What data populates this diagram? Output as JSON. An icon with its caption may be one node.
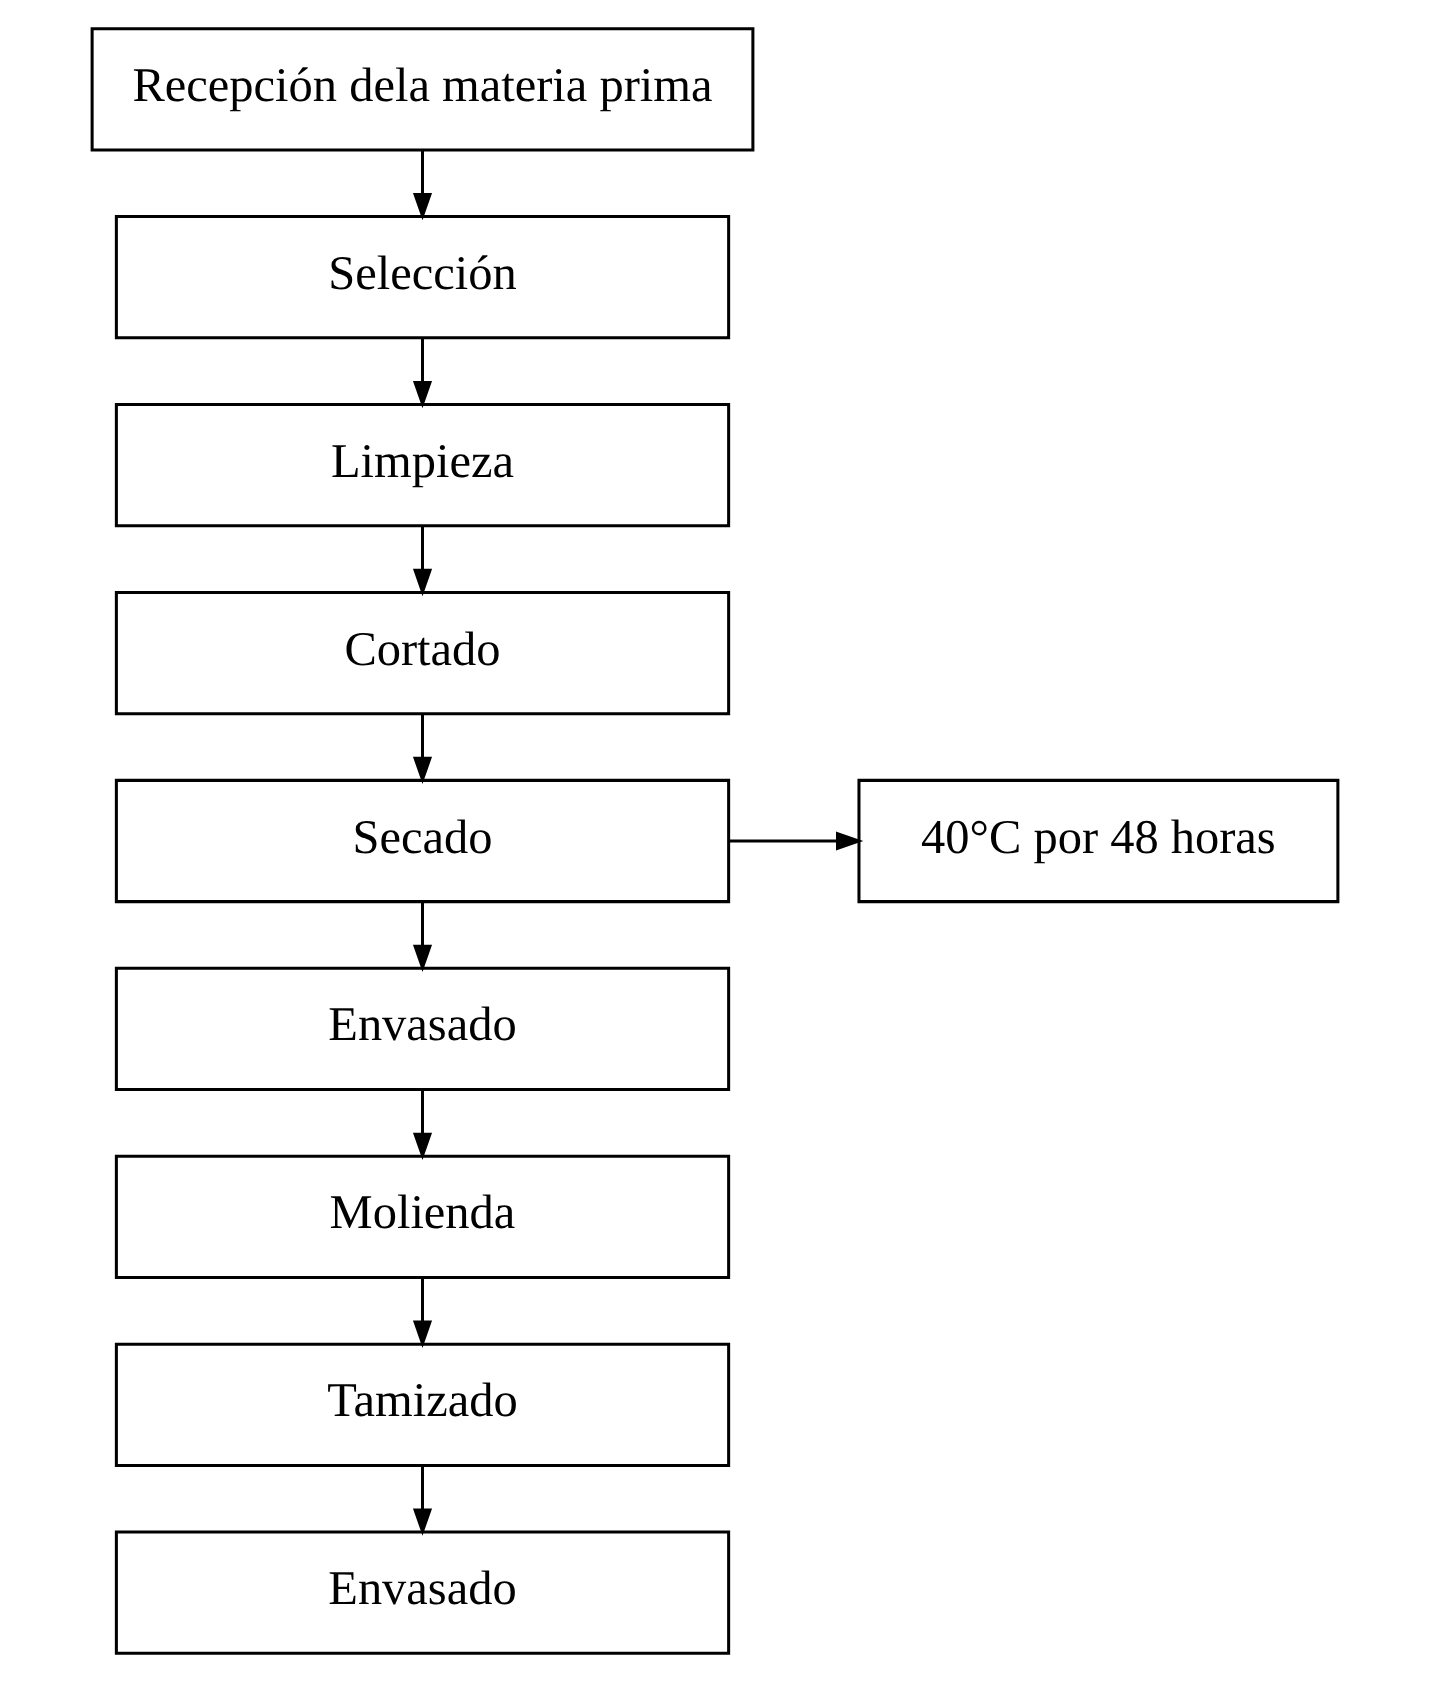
{
  "diagram": {
    "nodes": [
      {
        "text": [
          "Recepción dela materia prima"
        ]
      },
      {
        "text": [
          "Selección"
        ]
      },
      {
        "text": [
          "Limpieza"
        ]
      },
      {
        "text": [
          "Cortado"
        ]
      },
      {
        "text": [
          "Secado"
        ]
      },
      {
        "text": [
          "Envasado"
        ]
      },
      {
        "text": [
          "Molienda"
        ]
      },
      {
        "text": [
          "Tamizado"
        ]
      },
      {
        "text": [
          "Envasado"
        ]
      },
      {
        "text": [
          "40°C por 48 horas"
        ]
      }
    ],
    "edges": [
      {
        "from": 0,
        "to": 1,
        "arrow": "to"
      },
      {
        "from": 1,
        "to": 2,
        "arrow": "to"
      },
      {
        "from": 2,
        "to": 3,
        "arrow": "to"
      },
      {
        "from": 3,
        "to": 4,
        "arrow": "to"
      },
      {
        "from": 4,
        "to": 9,
        "arrow": "to"
      },
      {
        "from": 4,
        "to": 5,
        "arrow": "to"
      },
      {
        "from": 5,
        "to": 6,
        "arrow": "to"
      },
      {
        "from": 6,
        "to": 7,
        "arrow": "to"
      },
      {
        "from": 7,
        "to": 8,
        "arrow": "to"
      }
    ]
  }
}
